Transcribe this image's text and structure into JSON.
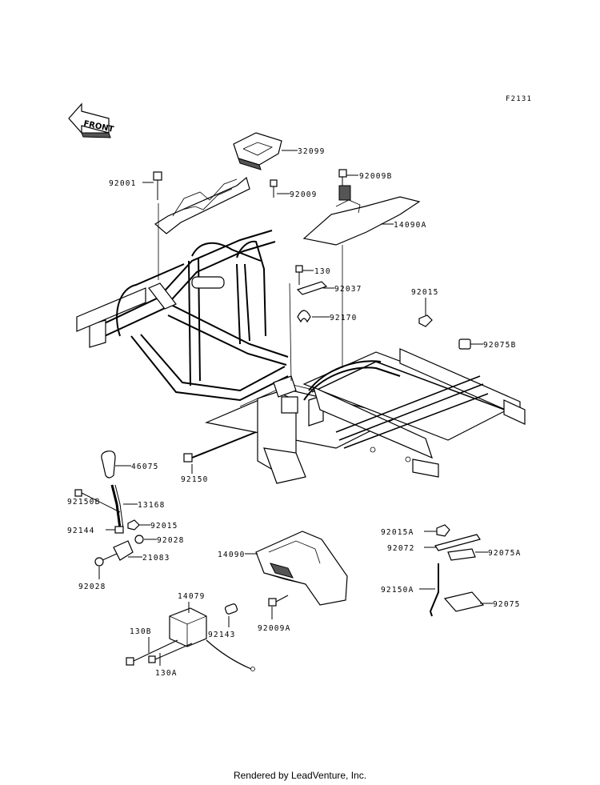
{
  "figure_code": "F2131",
  "front_arrow": {
    "label": "FRONT"
  },
  "callouts": {
    "p32099": "32099",
    "p92001": "92001",
    "p92009b": "92009B",
    "p92009": "92009",
    "p14090a": "14090A",
    "p130": "130",
    "p92037": "92037",
    "p92015_top": "92015",
    "p92170": "92170",
    "p92075b": "92075B",
    "p92150": "92150",
    "p46075": "46075",
    "p13168": "13168",
    "p92150b": "92150B",
    "p92015_mid": "92015",
    "p92144": "92144",
    "p92028_a": "92028",
    "p21083": "21083",
    "p92028_b": "92028",
    "p14090": "14090",
    "p92009a": "92009A",
    "p14079": "14079",
    "p92143": "92143",
    "p130b": "130B",
    "p130a": "130A",
    "p92015a": "92015A",
    "p92072": "92072",
    "p92075a": "92075A",
    "p92150a": "92150A",
    "p92075": "92075"
  },
  "footer": {
    "credit": "Rendered by LeadVenture, Inc."
  }
}
